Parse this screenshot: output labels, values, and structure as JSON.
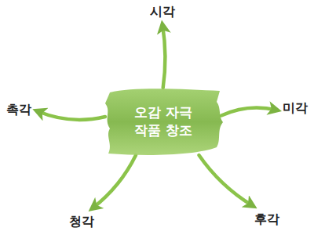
{
  "diagram": {
    "nodes": [
      {
        "text": [
          "오감 자극 작품 창조"
        ]
      },
      {
        "text": [
          "시각"
        ]
      },
      {
        "text": [
          "촉각"
        ]
      },
      {
        "text": [
          "미각"
        ]
      },
      {
        "text": [
          "청각"
        ]
      },
      {
        "text": [
          "후각"
        ]
      }
    ],
    "edges": [
      {
        "from": 0,
        "to": 1,
        "arrow": "to"
      },
      {
        "from": 0,
        "to": 2,
        "arrow": "to"
      },
      {
        "from": 0,
        "to": 3,
        "arrow": "to"
      },
      {
        "from": 0,
        "to": 4,
        "arrow": "to"
      },
      {
        "from": 0,
        "to": 5,
        "arrow": "to"
      }
    ]
  }
}
